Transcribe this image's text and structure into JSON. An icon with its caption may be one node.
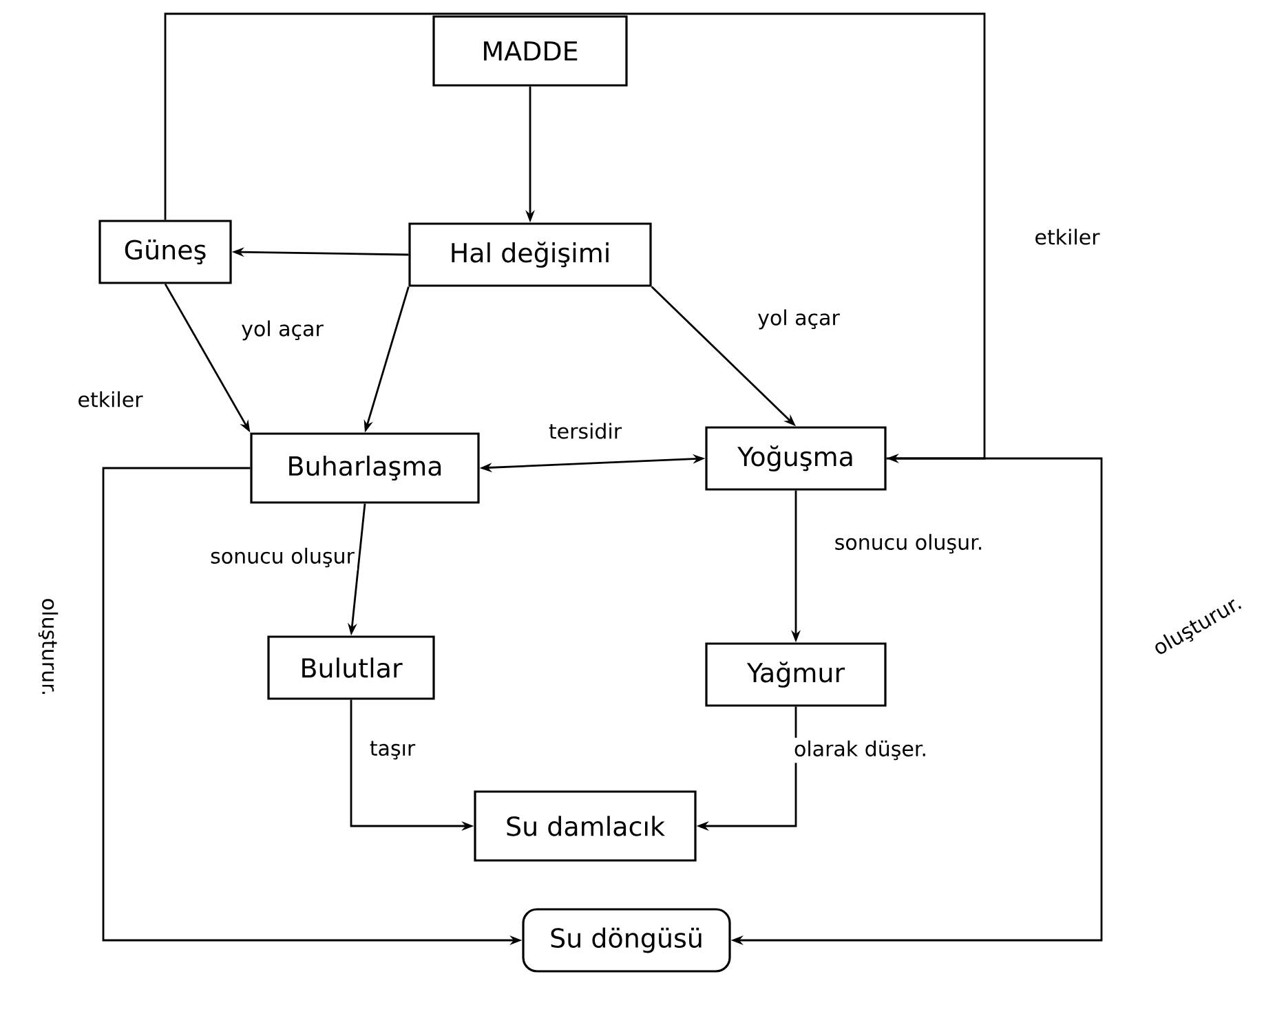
{
  "diagram": {
    "nodes": [
      {
        "text": [
          "MADDE"
        ]
      },
      {
        "text": [
          "Hal değişimi"
        ]
      },
      {
        "text": [
          "Güneş"
        ]
      },
      {
        "text": [
          "Buharlaşma"
        ]
      },
      {
        "text": [
          "Yoğuşma"
        ]
      },
      {
        "text": [
          "Bulutlar"
        ]
      },
      {
        "text": [
          "Yağmur"
        ]
      },
      {
        "text": [
          "Su damlacık"
        ]
      },
      {
        "text": [
          "Su döngüsü"
        ]
      }
    ],
    "edges": [
      {
        "from": 0,
        "to": 1,
        "arrow": "to"
      },
      {
        "from": 1,
        "to": 2,
        "arrow": "to"
      },
      {
        "from": 1,
        "to": 3,
        "arrow": "to",
        "label": "yol açar"
      },
      {
        "from": 1,
        "to": 4,
        "arrow": "to",
        "label": "yol açar"
      },
      {
        "from": 2,
        "to": 3,
        "arrow": "to",
        "label": "etkiler"
      },
      {
        "from": 2,
        "to": 4,
        "arrow": "to",
        "label": "etkiler"
      },
      {
        "from": 3,
        "to": 4,
        "arrow": "both",
        "label": "tersidir"
      },
      {
        "from": 3,
        "to": 5,
        "arrow": "to",
        "label": "sonucu oluşur"
      },
      {
        "from": 4,
        "to": 6,
        "arrow": "to",
        "label": "sonucu oluşur."
      },
      {
        "from": 5,
        "to": 7,
        "arrow": "to",
        "label": "taşır"
      },
      {
        "from": 6,
        "to": 7,
        "arrow": "to",
        "label": "olarak düşer."
      },
      {
        "from": 3,
        "to": 8,
        "arrow": "to",
        "label": "oluşturur."
      },
      {
        "from": 4,
        "to": 8,
        "arrow": "to",
        "label": "oluşturur."
      }
    ]
  }
}
